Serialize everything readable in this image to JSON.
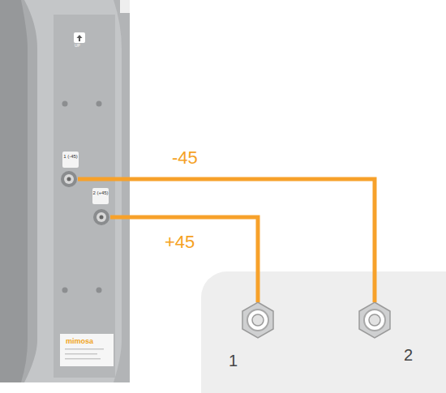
{
  "diagram": {
    "nodes": [
      {
        "text": [
          "1 (-45)"
        ]
      },
      {
        "text": [
          "2 (+45)"
        ]
      },
      {
        "text": [
          "1"
        ]
      },
      {
        "text": [
          "2"
        ]
      }
    ],
    "edges": [
      {
        "from": 0,
        "to": 3,
        "arrow": "none",
        "label": "-45"
      },
      {
        "from": 1,
        "to": 2,
        "arrow": "none",
        "label": "+45"
      }
    ],
    "labels": [
      "UP",
      "mimosa"
    ]
  }
}
